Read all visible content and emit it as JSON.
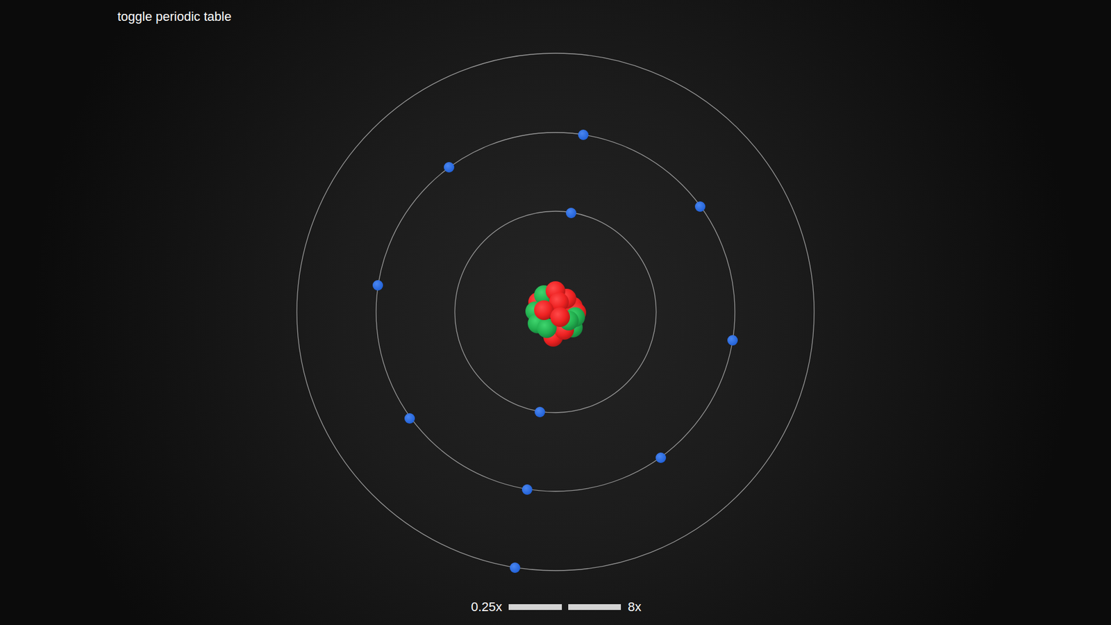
{
  "diagram": {
    "labels": [
      "toggle periodic table",
      "0.25x",
      "8x"
    ]
  }
}
